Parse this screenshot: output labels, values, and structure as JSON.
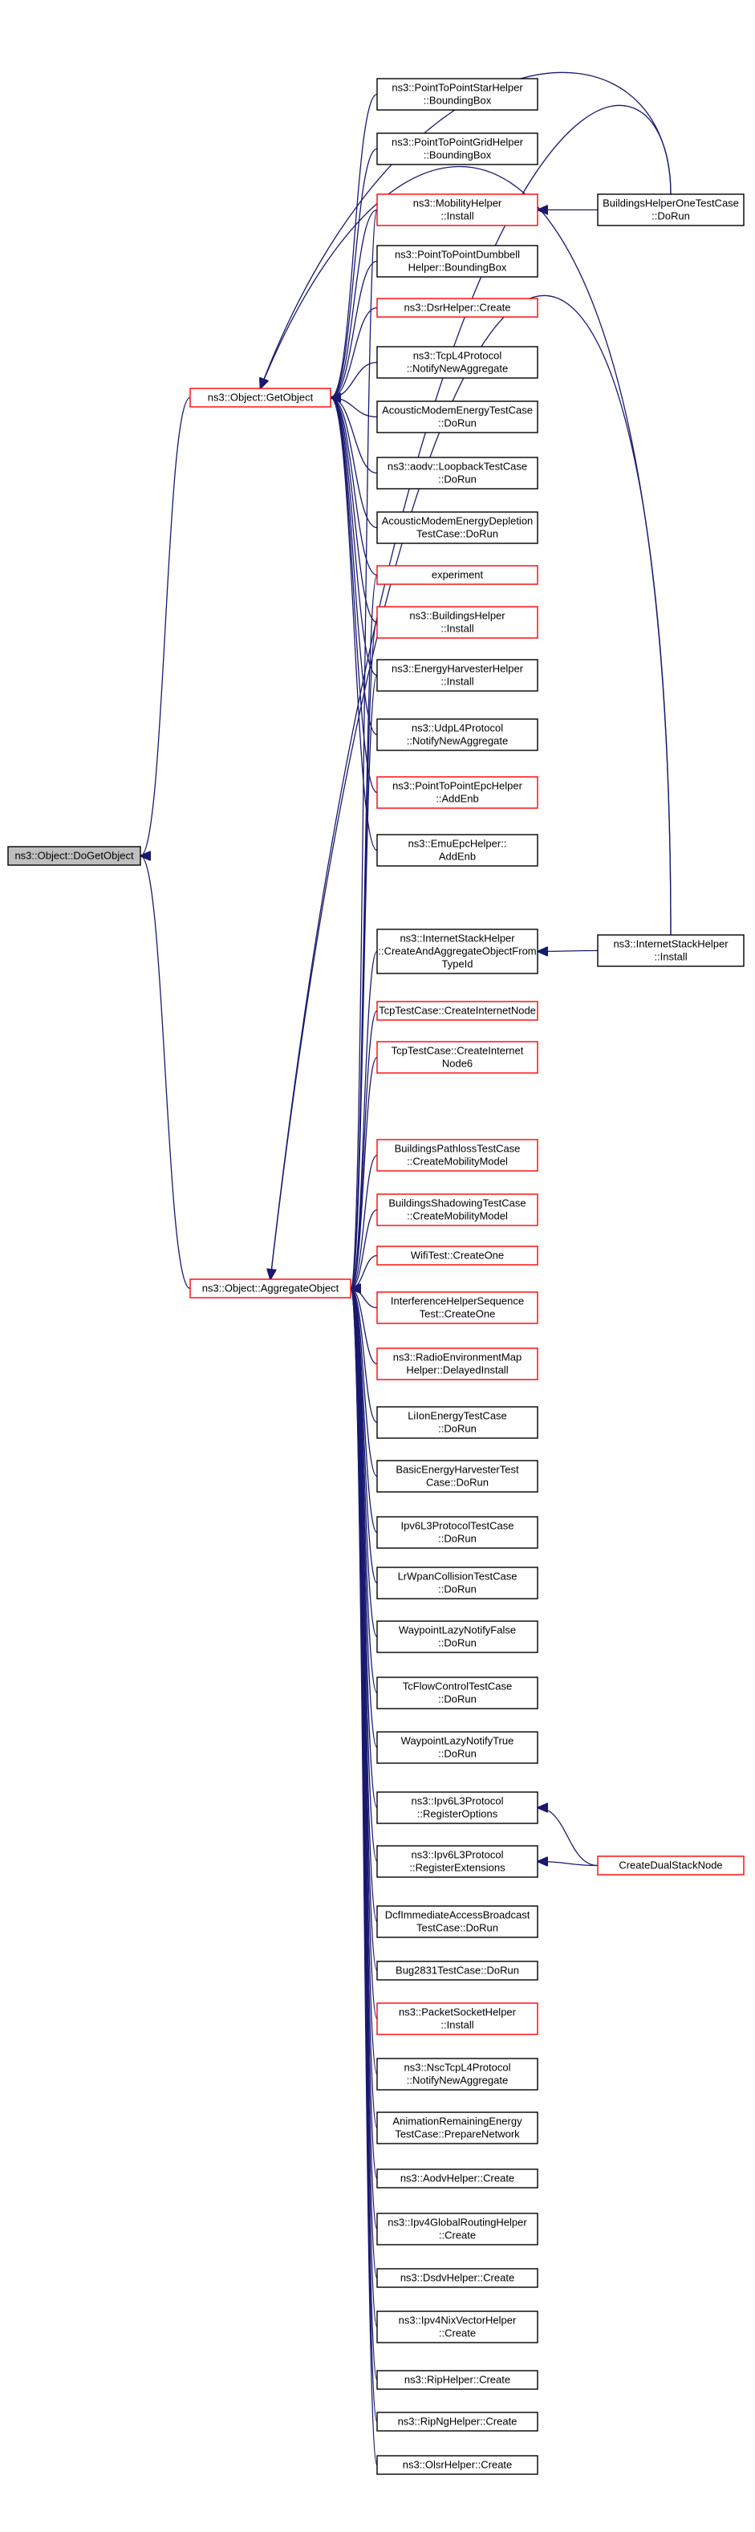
{
  "colors": {
    "edge": "#191970",
    "link_border": "#ff0000",
    "node_border": "#000000",
    "root_fill": "#bfbfbf"
  },
  "nodes": [
    {
      "id": "doget",
      "lines": [
        "ns3::Object::DoGetObject"
      ],
      "style": "root"
    },
    {
      "id": "getobject",
      "lines": [
        "ns3::Object::GetObject"
      ],
      "style": "red"
    },
    {
      "id": "aggregate",
      "lines": [
        "ns3::Object::AggregateObject"
      ],
      "style": "red"
    },
    {
      "id": "p2pstar",
      "lines": [
        "ns3::PointToPointStarHelper",
        "::BoundingBox"
      ],
      "style": "black"
    },
    {
      "id": "p2pgrid",
      "lines": [
        "ns3::PointToPointGridHelper",
        "::BoundingBox"
      ],
      "style": "black"
    },
    {
      "id": "mobility",
      "lines": [
        "ns3::MobilityHelper",
        "::Install"
      ],
      "style": "red"
    },
    {
      "id": "dumbbell",
      "lines": [
        "ns3::PointToPointDumbbell",
        "Helper::BoundingBox"
      ],
      "style": "black"
    },
    {
      "id": "dsrhelper",
      "lines": [
        "ns3::DsrHelper::Create"
      ],
      "style": "red"
    },
    {
      "id": "tcpl4",
      "lines": [
        "ns3::TcpL4Protocol",
        "::NotifyNewAggregate"
      ],
      "style": "black"
    },
    {
      "id": "acousticenergy",
      "lines": [
        "AcousticModemEnergyTestCase",
        "::DoRun"
      ],
      "style": "black"
    },
    {
      "id": "aodvloop",
      "lines": [
        "ns3::aodv::LoopbackTestCase",
        "::DoRun"
      ],
      "style": "black"
    },
    {
      "id": "acousticdepl",
      "lines": [
        "AcousticModemEnergyDepletion",
        "TestCase::DoRun"
      ],
      "style": "black"
    },
    {
      "id": "experiment",
      "lines": [
        "experiment"
      ],
      "style": "red"
    },
    {
      "id": "buildingshelper",
      "lines": [
        "ns3::BuildingsHelper",
        "::Install"
      ],
      "style": "red"
    },
    {
      "id": "energyharv",
      "lines": [
        "ns3::EnergyHarvesterHelper",
        "::Install"
      ],
      "style": "black"
    },
    {
      "id": "udpl4",
      "lines": [
        "ns3::UdpL4Protocol",
        "::NotifyNewAggregate"
      ],
      "style": "black"
    },
    {
      "id": "p2pepc",
      "lines": [
        "ns3::PointToPointEpcHelper",
        "::AddEnb"
      ],
      "style": "red"
    },
    {
      "id": "emuepc",
      "lines": [
        "ns3::EmuEpcHelper::",
        "AddEnb"
      ],
      "style": "black"
    },
    {
      "id": "inetcreate",
      "lines": [
        "ns3::InternetStackHelper",
        "::CreateAndAggregateObjectFrom",
        "TypeId"
      ],
      "style": "black"
    },
    {
      "id": "tcpcreateinet",
      "lines": [
        "TcpTestCase::CreateInternetNode"
      ],
      "style": "red"
    },
    {
      "id": "tcpcreateinet6",
      "lines": [
        "TcpTestCase::CreateInternet",
        "Node6"
      ],
      "style": "red"
    },
    {
      "id": "bldpathloss",
      "lines": [
        "BuildingsPathlossTestCase",
        "::CreateMobilityModel"
      ],
      "style": "red"
    },
    {
      "id": "bldshadow",
      "lines": [
        "BuildingsShadowingTestCase",
        "::CreateMobilityModel"
      ],
      "style": "red"
    },
    {
      "id": "wifitest",
      "lines": [
        "WifiTest::CreateOne"
      ],
      "style": "red"
    },
    {
      "id": "interference",
      "lines": [
        "InterferenceHelperSequence",
        "Test::CreateOne"
      ],
      "style": "red"
    },
    {
      "id": "radioenv",
      "lines": [
        "ns3::RadioEnvironmentMap",
        "Helper::DelayedInstall"
      ],
      "style": "red"
    },
    {
      "id": "liion",
      "lines": [
        "LiIonEnergyTestCase",
        "::DoRun"
      ],
      "style": "black"
    },
    {
      "id": "basicenergy",
      "lines": [
        "BasicEnergyHarvesterTest",
        "Case::DoRun"
      ],
      "style": "black"
    },
    {
      "id": "ipv6l3test",
      "lines": [
        "Ipv6L3ProtocolTestCase",
        "::DoRun"
      ],
      "style": "black"
    },
    {
      "id": "lrwpan",
      "lines": [
        "LrWpanCollisionTestCase",
        "::DoRun"
      ],
      "style": "black"
    },
    {
      "id": "waypointfalse",
      "lines": [
        "WaypointLazyNotifyFalse",
        "::DoRun"
      ],
      "style": "black"
    },
    {
      "id": "tcflow",
      "lines": [
        "TcFlowControlTestCase",
        "::DoRun"
      ],
      "style": "black"
    },
    {
      "id": "waypointtrue",
      "lines": [
        "WaypointLazyNotifyTrue",
        "::DoRun"
      ],
      "style": "black"
    },
    {
      "id": "ipv6regopt",
      "lines": [
        "ns3::Ipv6L3Protocol",
        "::RegisterOptions"
      ],
      "style": "black"
    },
    {
      "id": "ipv6regext",
      "lines": [
        "ns3::Ipv6L3Protocol",
        "::RegisterExtensions"
      ],
      "style": "black"
    },
    {
      "id": "dcfimm",
      "lines": [
        "DcfImmediateAccessBroadcast",
        "TestCase::DoRun"
      ],
      "style": "black"
    },
    {
      "id": "bug2831",
      "lines": [
        "Bug2831TestCase::DoRun"
      ],
      "style": "black"
    },
    {
      "id": "packetsocket",
      "lines": [
        "ns3::PacketSocketHelper",
        "::Install"
      ],
      "style": "red"
    },
    {
      "id": "nsctcp",
      "lines": [
        "ns3::NscTcpL4Protocol",
        "::NotifyNewAggregate"
      ],
      "style": "black"
    },
    {
      "id": "animenergy",
      "lines": [
        "AnimationRemainingEnergy",
        "TestCase::PrepareNetwork"
      ],
      "style": "black"
    },
    {
      "id": "aodvhelper",
      "lines": [
        "ns3::AodvHelper::Create"
      ],
      "style": "black"
    },
    {
      "id": "ipv4global",
      "lines": [
        "ns3::Ipv4GlobalRoutingHelper",
        "::Create"
      ],
      "style": "black"
    },
    {
      "id": "dsdv",
      "lines": [
        "ns3::DsdvHelper::Create"
      ],
      "style": "black"
    },
    {
      "id": "ipv4nix",
      "lines": [
        "ns3::Ipv4NixVectorHelper",
        "::Create"
      ],
      "style": "black"
    },
    {
      "id": "rip",
      "lines": [
        "ns3::RipHelper::Create"
      ],
      "style": "black"
    },
    {
      "id": "ripng",
      "lines": [
        "ns3::RipNgHelper::Create"
      ],
      "style": "black"
    },
    {
      "id": "olsr",
      "lines": [
        "ns3::OlsrHelper::Create"
      ],
      "style": "black"
    },
    {
      "id": "bldonetest",
      "lines": [
        "BuildingsHelperOneTestCase",
        "::DoRun"
      ],
      "style": "black"
    },
    {
      "id": "inetinstall",
      "lines": [
        "ns3::InternetStackHelper",
        "::Install"
      ],
      "style": "black"
    },
    {
      "id": "dualstack",
      "lines": [
        "CreateDualStackNode"
      ],
      "style": "red"
    }
  ],
  "edges": [
    [
      "getobject",
      "doget"
    ],
    [
      "aggregate",
      "doget"
    ],
    [
      "p2pstar",
      "getobject"
    ],
    [
      "p2pgrid",
      "getobject"
    ],
    [
      "mobility",
      "getobject"
    ],
    [
      "dumbbell",
      "getobject"
    ],
    [
      "dsrhelper",
      "getobject"
    ],
    [
      "tcpl4",
      "getobject"
    ],
    [
      "acousticenergy",
      "getobject"
    ],
    [
      "aodvloop",
      "getobject"
    ],
    [
      "acousticdepl",
      "getobject"
    ],
    [
      "experiment",
      "getobject"
    ],
    [
      "buildingshelper",
      "getobject"
    ],
    [
      "energyharv",
      "getobject"
    ],
    [
      "udpl4",
      "getobject"
    ],
    [
      "p2pepc",
      "getobject"
    ],
    [
      "emuepc",
      "getobject"
    ],
    [
      "bldonetest",
      "getobject"
    ],
    [
      "inetinstall",
      "getobject"
    ],
    [
      "inetcreate",
      "aggregate"
    ],
    [
      "tcpcreateinet",
      "aggregate"
    ],
    [
      "tcpcreateinet6",
      "aggregate"
    ],
    [
      "bldpathloss",
      "aggregate"
    ],
    [
      "bldshadow",
      "aggregate"
    ],
    [
      "wifitest",
      "aggregate"
    ],
    [
      "interference",
      "aggregate"
    ],
    [
      "radioenv",
      "aggregate"
    ],
    [
      "liion",
      "aggregate"
    ],
    [
      "basicenergy",
      "aggregate"
    ],
    [
      "ipv6l3test",
      "aggregate"
    ],
    [
      "lrwpan",
      "aggregate"
    ],
    [
      "waypointfalse",
      "aggregate"
    ],
    [
      "tcflow",
      "aggregate"
    ],
    [
      "waypointtrue",
      "aggregate"
    ],
    [
      "ipv6regopt",
      "aggregate"
    ],
    [
      "ipv6regext",
      "aggregate"
    ],
    [
      "dcfimm",
      "aggregate"
    ],
    [
      "bug2831",
      "aggregate"
    ],
    [
      "packetsocket",
      "aggregate"
    ],
    [
      "nsctcp",
      "aggregate"
    ],
    [
      "animenergy",
      "aggregate"
    ],
    [
      "aodvhelper",
      "aggregate"
    ],
    [
      "ipv4global",
      "aggregate"
    ],
    [
      "dsdv",
      "aggregate"
    ],
    [
      "ipv4nix",
      "aggregate"
    ],
    [
      "rip",
      "aggregate"
    ],
    [
      "ripng",
      "aggregate"
    ],
    [
      "olsr",
      "aggregate"
    ],
    [
      "mobility",
      "aggregate"
    ],
    [
      "experiment",
      "aggregate"
    ],
    [
      "buildingshelper",
      "aggregate"
    ],
    [
      "energyharv",
      "aggregate"
    ],
    [
      "bldonetest",
      "aggregate"
    ],
    [
      "inetinstall",
      "aggregate"
    ],
    [
      "bldonetest",
      "mobility"
    ],
    [
      "inetinstall",
      "inetcreate"
    ],
    [
      "dualstack",
      "ipv6regopt"
    ],
    [
      "dualstack",
      "ipv6regext"
    ]
  ]
}
